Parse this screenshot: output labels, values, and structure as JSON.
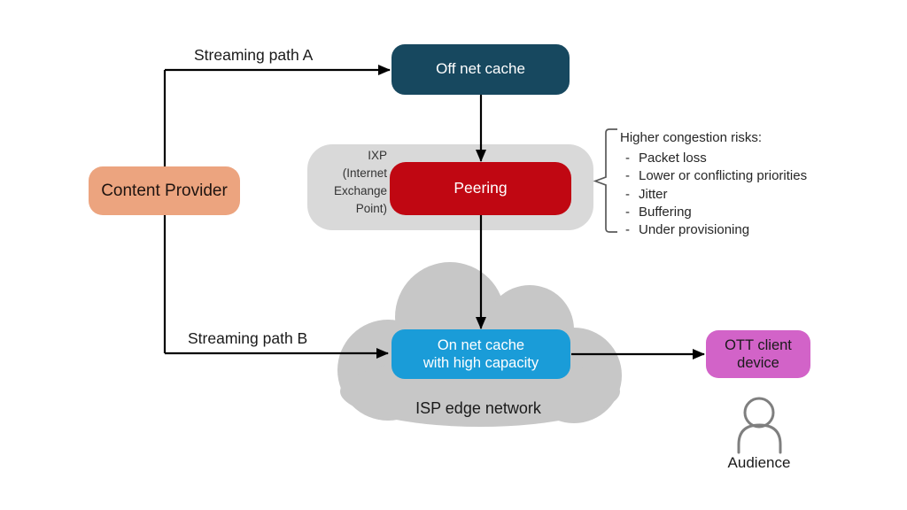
{
  "nodes": {
    "content_provider": {
      "label": "Content Provider"
    },
    "off_net_cache": {
      "label": "Off net cache"
    },
    "peering": {
      "label": "Peering"
    },
    "ixp": {
      "label": "IXP\n(Internet\nExchange\nPoint)"
    },
    "on_net_cache": {
      "label": "On net cache\nwith high capacity"
    },
    "isp_cloud": {
      "label": "ISP edge network"
    },
    "ott_client": {
      "label": "OTT client\ndevice"
    },
    "audience": {
      "label": "Audience"
    }
  },
  "edges": {
    "path_a": {
      "label": "Streaming path A"
    },
    "path_b": {
      "label": "Streaming path B"
    }
  },
  "risks": {
    "title": "Higher congestion risks:",
    "bullet": "-",
    "items": [
      "Packet loss",
      "Lower or conflicting priorities",
      "Jitter",
      "Buffering",
      "Under provisioning"
    ]
  },
  "palette": {
    "content_provider": "#ECA47F",
    "off_net_cache": "#17485F",
    "peering": "#C00712",
    "ixp_container": "#D9D9D9",
    "on_net_cache": "#1A9CD8",
    "cloud": "#C7C7C7",
    "ott_client": "#D263C8",
    "arrow": "#000000",
    "bracket": "#595959",
    "person_icon": "#7F7F7F"
  }
}
